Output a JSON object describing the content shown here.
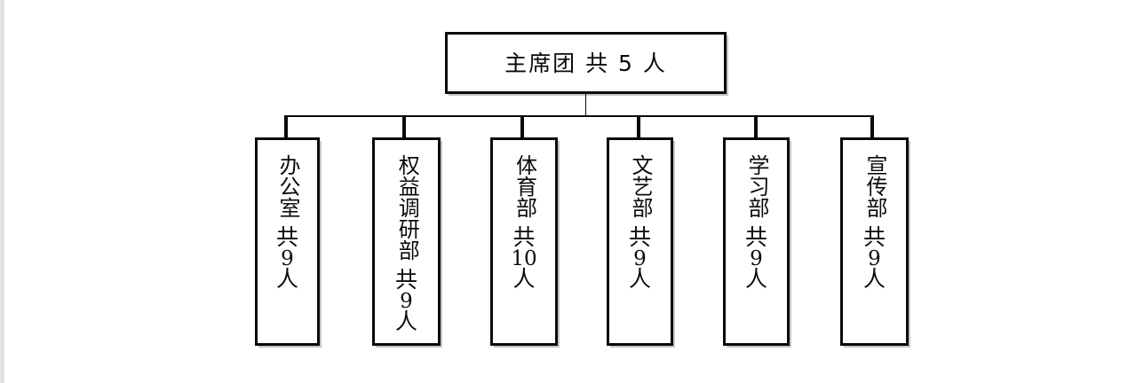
{
  "chart_data": {
    "type": "diagram",
    "title": "",
    "diagram_kind": "organization-chart",
    "orientation": "top-down",
    "root": {
      "name": "主席团",
      "count_prefix": "共",
      "count": "5",
      "count_suffix": "人",
      "full_label": "主席团 共 5 人"
    },
    "children": [
      {
        "name": "办公室",
        "count_prefix": "共",
        "count": "9",
        "count_suffix": "人",
        "full_label": "办公室 共9人"
      },
      {
        "name": "权益调研部",
        "count_prefix": "共",
        "count": "9",
        "count_suffix": "人",
        "full_label": "权益调研部 共9人"
      },
      {
        "name": "体育部",
        "count_prefix": "共",
        "count": "10",
        "count_suffix": "人",
        "full_label": "体育部 共10人"
      },
      {
        "name": "文艺部",
        "count_prefix": "共",
        "count": "9",
        "count_suffix": "人",
        "full_label": "文艺部 共9人"
      },
      {
        "name": "学习部",
        "count_prefix": "共",
        "count": "9",
        "count_suffix": "人",
        "full_label": "学习部 共9人"
      },
      {
        "name": "宣传部",
        "count_prefix": "共",
        "count": "9",
        "count_suffix": "人",
        "full_label": "宣传部 共9人"
      }
    ],
    "colors": {
      "background": "#ffffff",
      "box_fill": "#ffffff",
      "box_border": "#0a0a0a",
      "text": "#0b0b0b",
      "connector": "#0a0a0a",
      "edge_strip": "#e2e2e4"
    }
  }
}
